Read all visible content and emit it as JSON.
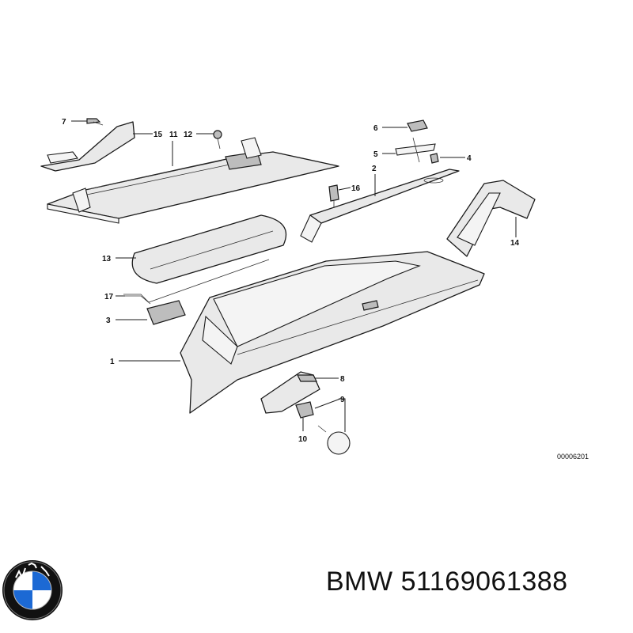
{
  "callouts": {
    "c1": "1",
    "c2": "2",
    "c3": "3",
    "c4": "4",
    "c5": "5",
    "c6": "6",
    "c7": "7",
    "c8": "8",
    "c9": "9",
    "c10": "10",
    "c11": "11",
    "c12": "12",
    "c13": "13",
    "c14": "14",
    "c15": "15",
    "c16": "16",
    "c17": "17"
  },
  "diagram_ref": "00006201",
  "footer": {
    "brand": "BMW",
    "part_number": "51169061388"
  },
  "logo": {
    "name": "bmw-roundel-logo",
    "text": "BMW",
    "colors": [
      "#1c69d4",
      "#ffffff",
      "#000000"
    ]
  }
}
